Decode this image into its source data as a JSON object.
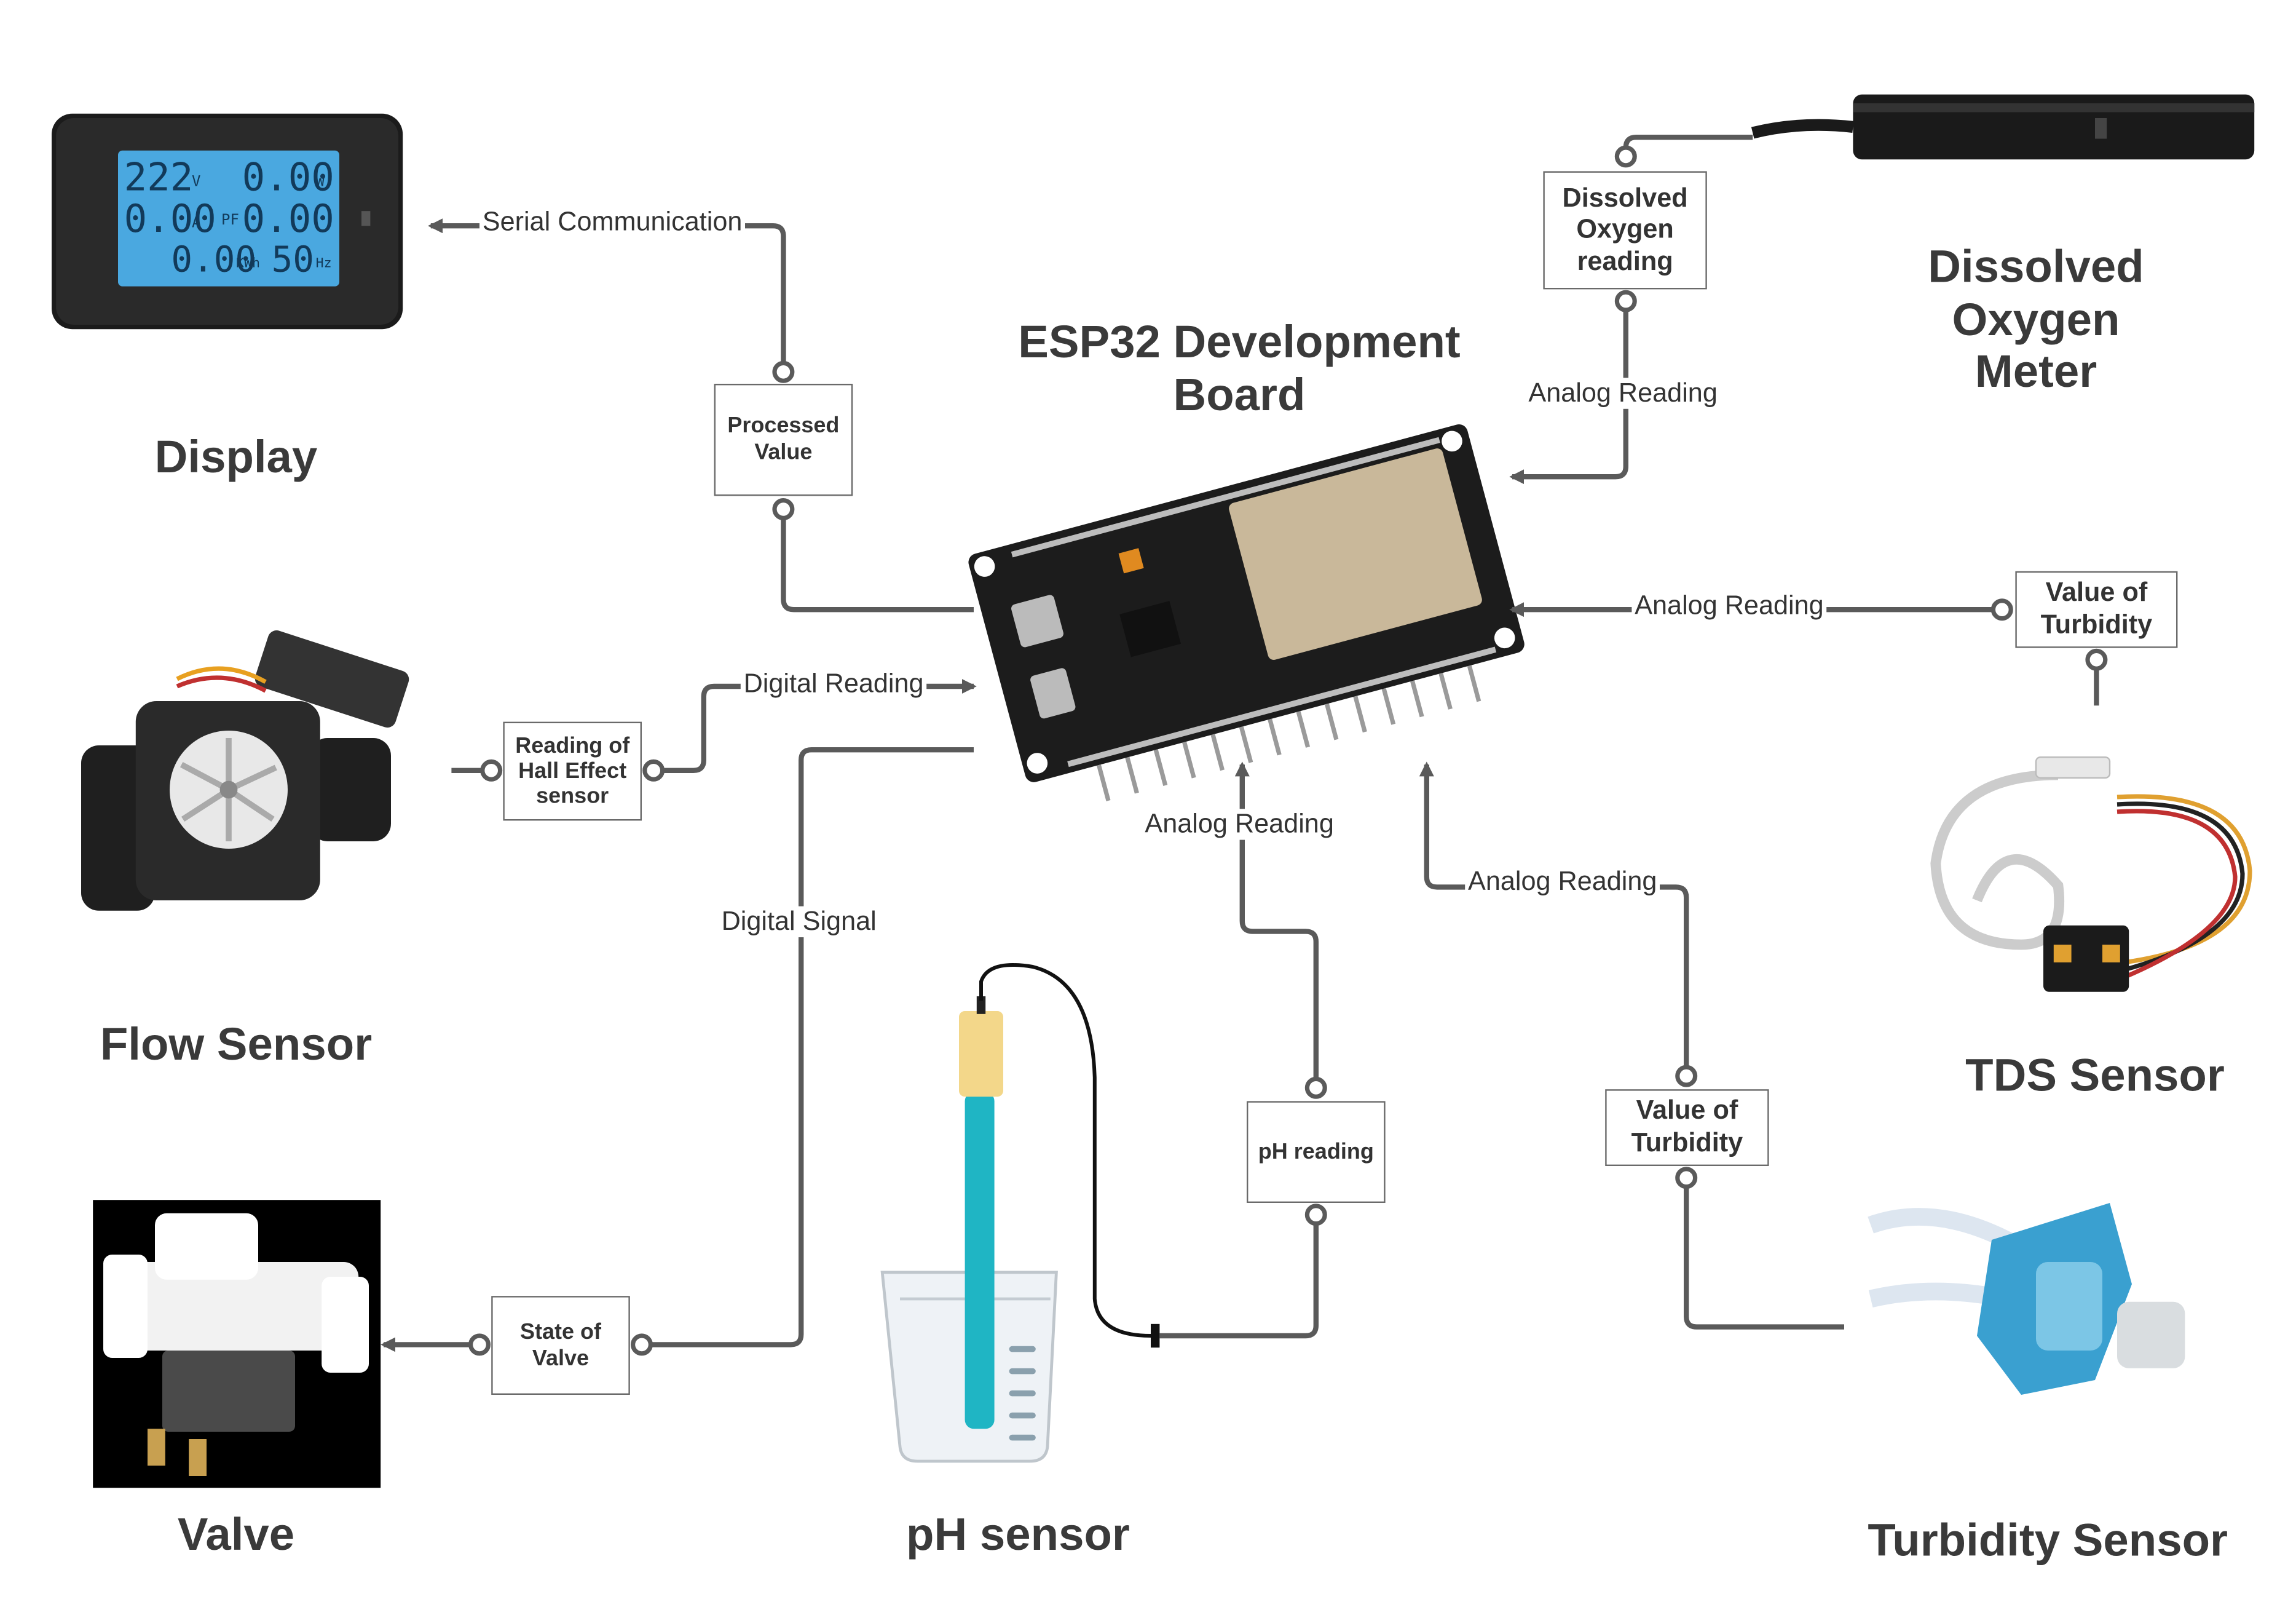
{
  "title": {
    "line1": "ESP32 Development",
    "line2": "Board"
  },
  "components": {
    "display": "Display",
    "flow_sensor": "Flow Sensor",
    "valve": "Valve",
    "ph_sensor": "pH sensor",
    "do_meter": {
      "line1": "Dissolved",
      "line2": "Oxygen",
      "line3": "Meter"
    },
    "tds_sensor": "TDS Sensor",
    "turbidity_sensor": "Turbidity Sensor"
  },
  "boxes": {
    "processed_value": {
      "line1": "Processed",
      "line2": "Value"
    },
    "hall_effect": {
      "line1": "Reading of",
      "line2": "Hall Effect",
      "line3": "sensor"
    },
    "state_of_valve": {
      "line1": "State of",
      "line2": "Valve"
    },
    "ph_reading": "pH reading",
    "do_reading": {
      "line1": "Dissolved",
      "line2": "Oxygen",
      "line3": "reading"
    },
    "turbidity_right": {
      "line1": "Value of",
      "line2": "Turbidity"
    },
    "turbidity_bottom": {
      "line1": "Value of",
      "line2": "Turbidity"
    }
  },
  "connections": {
    "serial": "Serial Communication",
    "digital_reading": "Digital Reading",
    "digital_signal": "Digital Signal",
    "analog_ph": "Analog Reading",
    "analog_turbidity": "Analog Reading",
    "analog_tds": "Analog Reading",
    "analog_do": "Analog Reading"
  },
  "lcd": {
    "voltage": "222",
    "voltage_unit": "V",
    "power": "0.00",
    "power_unit": "W",
    "current": "0.00",
    "current_unit": "A",
    "pf_label": "PF",
    "pf": "0.00",
    "energy": "0.00",
    "energy_unit": "KWh",
    "freq": "50",
    "freq_unit": "Hz"
  },
  "colors": {
    "line": "#5a5a5a",
    "heading": "#3a3a3a",
    "lcd": "#4aa8e0",
    "board": "#1c1c1c",
    "module": "#c9b89a",
    "sensor_blue": "#3aa0d0",
    "probe": "#1fb5c4"
  }
}
